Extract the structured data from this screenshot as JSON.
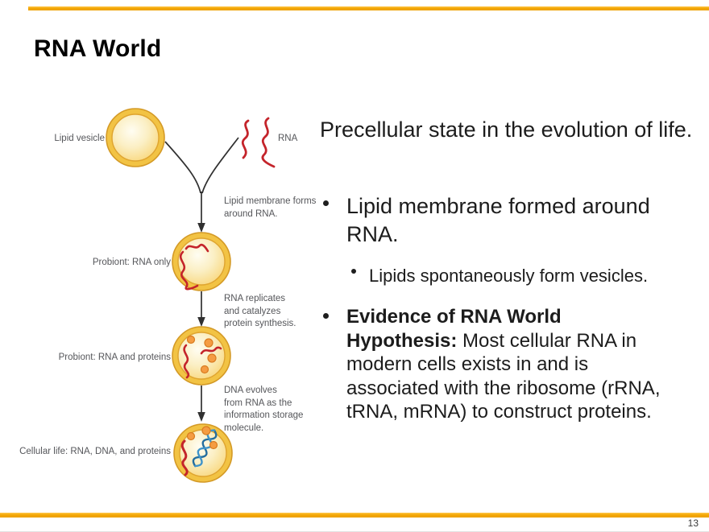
{
  "slide": {
    "title": "RNA World",
    "page_number": "13",
    "accent_color": "#F3A705"
  },
  "content": {
    "intro": "Precellular state in the evolution of life.",
    "bullet1": "Lipid membrane formed around RNA.",
    "sub_bullet1": "Lipids spontaneously form vesicles.",
    "bullet2_bold": "Evidence of RNA World Hypothesis:",
    "bullet2_regular": " Most cellular RNA in modern cells exists in and is associated with the ribosome (rRNA, tRNA, mRNA) to construct proteins."
  },
  "diagram": {
    "labels": {
      "lipid_vesicle": "Lipid vesicle",
      "rna": "RNA",
      "step1": "Lipid membrane forms\naround RNA.",
      "probiont_rna_only": "Probiont: RNA only",
      "step2": "RNA replicates\nand catalyzes\nprotein synthesis.",
      "probiont_rna_proteins": "Probiont: RNA and proteins",
      "step3": "DNA evolves\nfrom RNA as the\ninformation storage\nmolecule.",
      "cellular_life": "Cellular life: RNA, DNA, and proteins"
    },
    "colors": {
      "vesicle_ring": "#F2C344",
      "vesicle_fill": "#FBEFC4",
      "rna_red": "#C4242B",
      "protein_orange": "#F59C42",
      "dna_blue": "#3F93C9",
      "arrow": "#303030",
      "label_text": "#55565A"
    }
  }
}
